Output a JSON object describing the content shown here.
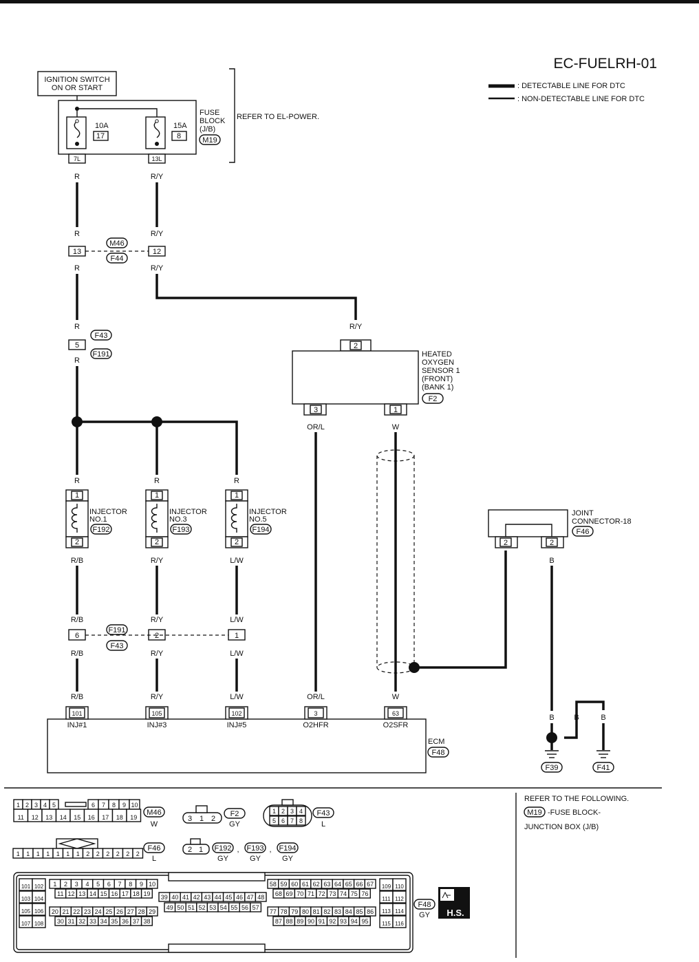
{
  "diagram_id": "EC-FUELRH-01",
  "legend": [
    {
      "label": ": DETECTABLE LINE FOR DTC"
    },
    {
      "label": ": NON-DETECTABLE LINE FOR DTC"
    }
  ],
  "ignition_switch": {
    "line1": "IGNITION SWITCH",
    "line2": "ON OR START"
  },
  "fuse_block": {
    "label_lines": [
      "FUSE",
      "BLOCK",
      "(J/B)"
    ],
    "connector": "M19",
    "note": "REFER TO EL-POWER.",
    "fuses": [
      {
        "amps": "10A",
        "number": "17",
        "terminal": "7L"
      },
      {
        "amps": "15A",
        "number": "8",
        "terminal": "13L"
      }
    ]
  },
  "wire_colors": {
    "r": "R",
    "ry": "R/Y",
    "rb": "R/B",
    "lw": "L/W",
    "orl": "OR/L",
    "w": "W",
    "b": "B"
  },
  "connectors": {
    "m46_f44": {
      "top": "M46",
      "bottom": "F44",
      "pins": [
        "13",
        "12"
      ]
    },
    "f43_f191_a": {
      "top": "F43",
      "bottom": "F191",
      "pin": "5"
    },
    "f191_f43_b": {
      "top": "F191",
      "bottom": "F43",
      "pins": [
        "6",
        "2",
        "1"
      ]
    }
  },
  "o2_sensor": {
    "label_lines": [
      "HEATED",
      "OXYGEN",
      "SENSOR 1",
      "(FRONT)",
      "(BANK 1)"
    ],
    "connector": "F2",
    "pins": {
      "top": "2",
      "left": "3",
      "right": "1"
    }
  },
  "injectors": [
    {
      "name_lines": [
        "INJECTOR",
        "NO.1"
      ],
      "connector": "F192",
      "pin_top": "1",
      "pin_bottom": "2"
    },
    {
      "name_lines": [
        "INJECTOR",
        "NO.3"
      ],
      "connector": "F193",
      "pin_top": "1",
      "pin_bottom": "2"
    },
    {
      "name_lines": [
        "INJECTOR",
        "NO.5"
      ],
      "connector": "F194",
      "pin_top": "1",
      "pin_bottom": "2"
    }
  ],
  "joint_connector": {
    "name_lines": [
      "JOINT",
      "CONNECTOR-18"
    ],
    "connector": "F46",
    "pins": [
      "2",
      "2"
    ]
  },
  "ecm": {
    "label": "ECM",
    "connector": "F48",
    "terminals": [
      {
        "pin": "101",
        "name": "INJ#1"
      },
      {
        "pin": "105",
        "name": "INJ#3"
      },
      {
        "pin": "102",
        "name": "INJ#5"
      },
      {
        "pin": "3",
        "name": "O2HFR"
      },
      {
        "pin": "63",
        "name": "O2SFR"
      }
    ]
  },
  "grounds": [
    "F39",
    "F41"
  ],
  "connector_views": {
    "m46": {
      "id": "M46",
      "color": "W",
      "row1": [
        "1",
        "2",
        "3",
        "4",
        "5",
        "6",
        "7",
        "8",
        "9",
        "10"
      ],
      "row2": [
        "11",
        "12",
        "13",
        "14",
        "15",
        "16",
        "17",
        "18",
        "19"
      ]
    },
    "f2": {
      "id": "F2",
      "color": "GY",
      "pins": [
        "3",
        "1",
        "2"
      ]
    },
    "f43": {
      "id": "F43",
      "color": "L",
      "row1": [
        "1",
        "2",
        "3",
        "4"
      ],
      "row2": [
        "5",
        "6",
        "7",
        "8"
      ]
    },
    "f46": {
      "id": "F46",
      "color": "L",
      "pins": [
        "1",
        "1",
        "1",
        "1",
        "1",
        "1",
        "1",
        "2",
        "2",
        "2",
        "2",
        "2",
        "2"
      ]
    },
    "f192_group": {
      "ids": [
        "F192",
        "F193",
        "F194"
      ],
      "color": "GY",
      "pins": [
        "2",
        "1"
      ],
      "sep": ","
    },
    "f48": {
      "id": "F48",
      "color": "GY",
      "hs_label": "H.S.",
      "left_pairs": [
        [
          "101",
          "102"
        ],
        [
          "103",
          "104"
        ],
        [
          "105",
          "106"
        ],
        [
          "107",
          "108"
        ]
      ],
      "right_pairs": [
        [
          "109",
          "110"
        ],
        [
          "111",
          "112"
        ],
        [
          "113",
          "114"
        ],
        [
          "115",
          "116"
        ]
      ],
      "block_a1": [
        "1",
        "2",
        "3",
        "4",
        "5",
        "6",
        "7",
        "8",
        "9",
        "10"
      ],
      "block_a2": [
        "11",
        "12",
        "13",
        "14",
        "15",
        "16",
        "17",
        "18",
        "19"
      ],
      "block_a3": [
        "20",
        "21",
        "22",
        "23",
        "24",
        "25",
        "26",
        "27",
        "28",
        "29"
      ],
      "block_a4": [
        "30",
        "31",
        "32",
        "33",
        "34",
        "35",
        "36",
        "37",
        "38"
      ],
      "block_b1": [
        "39",
        "40",
        "41",
        "42",
        "43",
        "44",
        "45",
        "46",
        "47",
        "48"
      ],
      "block_b2": [
        "49",
        "50",
        "51",
        "52",
        "53",
        "54",
        "55",
        "56",
        "57"
      ],
      "block_c1": [
        "58",
        "59",
        "60",
        "61",
        "62",
        "63",
        "64",
        "65",
        "66",
        "67"
      ],
      "block_c2": [
        "68",
        "69",
        "70",
        "71",
        "72",
        "73",
        "74",
        "75",
        "76"
      ],
      "block_c3": [
        "77",
        "78",
        "79",
        "80",
        "81",
        "82",
        "83",
        "84",
        "85",
        "86"
      ],
      "block_c4": [
        "87",
        "88",
        "89",
        "90",
        "91",
        "92",
        "93",
        "94",
        "95"
      ]
    }
  },
  "reference": {
    "heading": "REFER TO THE FOLLOWING.",
    "connector": "M19",
    "text1": "-FUSE BLOCK-",
    "text2": "JUNCTION BOX (J/B)"
  }
}
